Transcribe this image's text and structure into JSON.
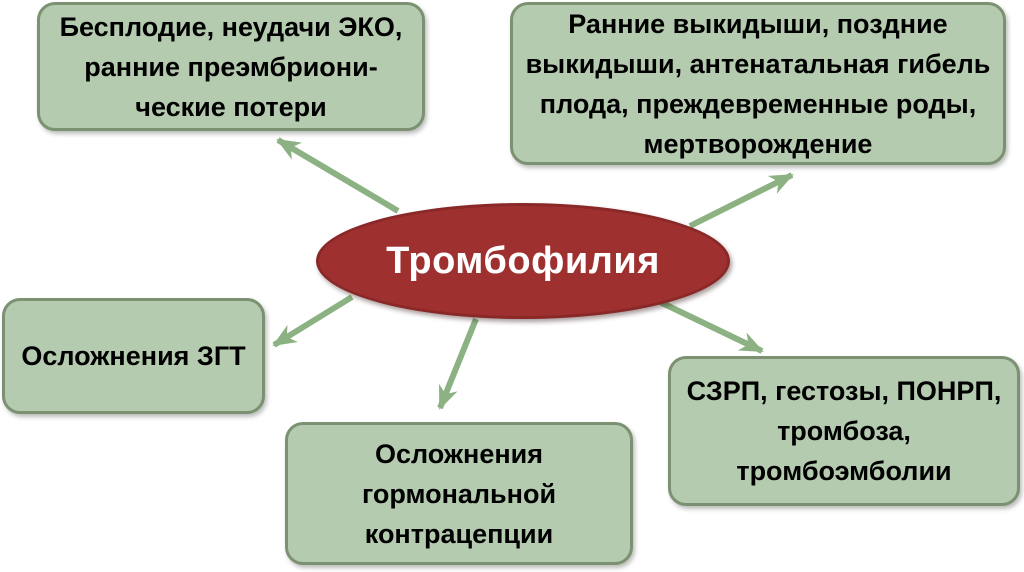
{
  "diagram": {
    "center": {
      "label": "Тромбофилия"
    },
    "nodes": [
      {
        "id": "infertility-ivf-failures",
        "position": "top-left",
        "label": "Бесплодие, неудачи ЭКО,\nранние преэмбриони-\nческие потери"
      },
      {
        "id": "miscarriages-stillbirth",
        "position": "top-right",
        "label": "Ранние выкидыши, поздние\nвыкидыши, антенатальная гибель\nплода, преждевременные роды,\nмертворождение"
      },
      {
        "id": "hrt-complications",
        "position": "left",
        "label": "Осложнения ЗГТ"
      },
      {
        "id": "hormonal-contraception-complications",
        "position": "bottom-center",
        "label": "Осложнения\nгормональной\nконтрацепции"
      },
      {
        "id": "szrp-gestosis-thrombosis",
        "position": "bottom-right",
        "label": "СЗРП, гестозы, ПОНРП,\nтромбоза,\nтромбоэмболии"
      }
    ],
    "colors": {
      "background": "#ffffff",
      "node-fill": "#b4cbaf",
      "node-border": "#7b9171",
      "node-text": "#000000",
      "arrow": "#8cb283",
      "center-fill": "#9e3030",
      "center-border": "#8a2828",
      "center-text": "#ffffff"
    }
  }
}
